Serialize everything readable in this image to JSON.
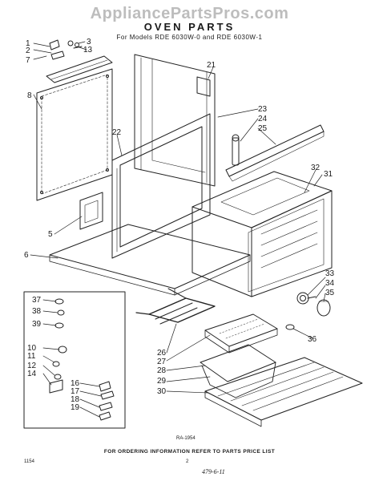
{
  "watermark": "AppliancePartsPros.com",
  "title": "OVEN PARTS",
  "subtitle": "For Models RDE 6030W-0 and RDE 6030W-1",
  "figure_code": "RA-1954",
  "footer": "FOR ORDERING INFORMATION REFER TO PARTS PRICE LIST",
  "page_number": "2",
  "doc_code_left": "1154",
  "handwritten_note": "479-6-11",
  "callouts": [
    "1",
    "2",
    "3",
    "7",
    "13",
    "8",
    "21",
    "22",
    "23",
    "24",
    "25",
    "5",
    "6",
    "32",
    "31",
    "33",
    "34",
    "35",
    "36",
    "26",
    "27",
    "28",
    "29",
    "30",
    "37",
    "38",
    "39",
    "10",
    "11",
    "12",
    "14",
    "16",
    "17",
    "18",
    "19"
  ]
}
